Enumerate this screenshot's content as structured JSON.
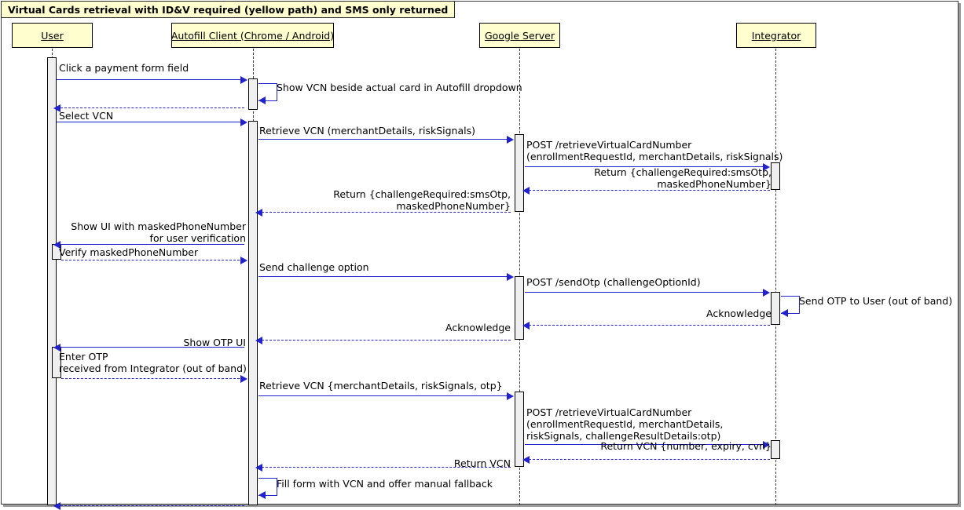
{
  "title": "Virtual Cards retrieval with ID&V required (yellow path) and SMS only returned",
  "colors": {
    "participant_fill": "#FEFECE",
    "participant_border": "#000000",
    "arrow": "#2222CC",
    "activation_fill": "#EFEFEF",
    "frame_border": "#3A3A3A"
  },
  "participants": [
    {
      "id": "user",
      "label": "User"
    },
    {
      "id": "autofill",
      "label": "Autofill Client (Chrome / Android)"
    },
    {
      "id": "google",
      "label": "Google Server"
    },
    {
      "id": "integrator",
      "label": "Integrator"
    }
  ],
  "messages": [
    {
      "id": "m1",
      "from": "user",
      "to": "autofill",
      "style": "solid",
      "label": "Click a payment form field"
    },
    {
      "id": "m2",
      "from": "autofill",
      "to": "autofill",
      "style": "self",
      "label": "Show VCN beside actual card in Autofill dropdown"
    },
    {
      "id": "m3",
      "from": "autofill",
      "to": "user",
      "style": "dashed",
      "label": "Select VCN"
    },
    {
      "id": "m4",
      "from": "user",
      "to": "autofill",
      "style": "solid",
      "label": ""
    },
    {
      "id": "m5",
      "from": "autofill",
      "to": "google",
      "style": "solid",
      "label": "Retrieve VCN (merchantDetails, riskSignals)"
    },
    {
      "id": "m6",
      "from": "google",
      "to": "integrator",
      "style": "solid",
      "label": "POST /retrieveVirtualCardNumber\n(enrollmentRequestId, merchantDetails, riskSignals)"
    },
    {
      "id": "m7",
      "from": "integrator",
      "to": "google",
      "style": "dashed",
      "label": "Return {challengeRequired:smsOtp,\nmaskedPhoneNumber}"
    },
    {
      "id": "m8",
      "from": "google",
      "to": "autofill",
      "style": "dashed",
      "label": "Return {challengeRequired:smsOtp,\nmaskedPhoneNumber}"
    },
    {
      "id": "m9",
      "from": "autofill",
      "to": "user",
      "style": "solid",
      "label": "Show UI with maskedPhoneNumber\nfor user verification"
    },
    {
      "id": "m10",
      "from": "user",
      "to": "autofill",
      "style": "dashed",
      "label": "Verify maskedPhoneNumber"
    },
    {
      "id": "m11",
      "from": "autofill",
      "to": "google",
      "style": "solid",
      "label": "Send challenge option"
    },
    {
      "id": "m12",
      "from": "google",
      "to": "integrator",
      "style": "solid",
      "label": "POST /sendOtp (challengeOptionId)"
    },
    {
      "id": "m13",
      "from": "integrator",
      "to": "integrator",
      "style": "self",
      "label": "Send OTP to User (out of band)"
    },
    {
      "id": "m14",
      "from": "integrator",
      "to": "google",
      "style": "dashed",
      "label": "Acknowledge"
    },
    {
      "id": "m15",
      "from": "google",
      "to": "autofill",
      "style": "dashed",
      "label": "Acknowledge"
    },
    {
      "id": "m16",
      "from": "autofill",
      "to": "user",
      "style": "solid",
      "label": "Show OTP UI"
    },
    {
      "id": "m17",
      "from": "user",
      "to": "autofill",
      "style": "dashed",
      "label": "Enter OTP\nreceived from Integrator (out of band)"
    },
    {
      "id": "m18",
      "from": "autofill",
      "to": "google",
      "style": "solid",
      "label": "Retrieve VCN {merchantDetails, riskSignals, otp}"
    },
    {
      "id": "m19",
      "from": "google",
      "to": "integrator",
      "style": "solid",
      "label": "POST /retrieveVirtualCardNumber\n(enrollmentRequestId, merchantDetails,\nriskSignals, challengeResultDetails:otp)"
    },
    {
      "id": "m20",
      "from": "integrator",
      "to": "google",
      "style": "dashed",
      "label": "Return VCN {number, expiry, cvn}"
    },
    {
      "id": "m21",
      "from": "google",
      "to": "autofill",
      "style": "dashed",
      "label": "Return VCN"
    },
    {
      "id": "m22",
      "from": "autofill",
      "to": "autofill",
      "style": "self",
      "label": "Fill form with VCN and offer manual fallback"
    },
    {
      "id": "m23",
      "from": "autofill",
      "to": "user",
      "style": "dashed",
      "label": ""
    }
  ]
}
